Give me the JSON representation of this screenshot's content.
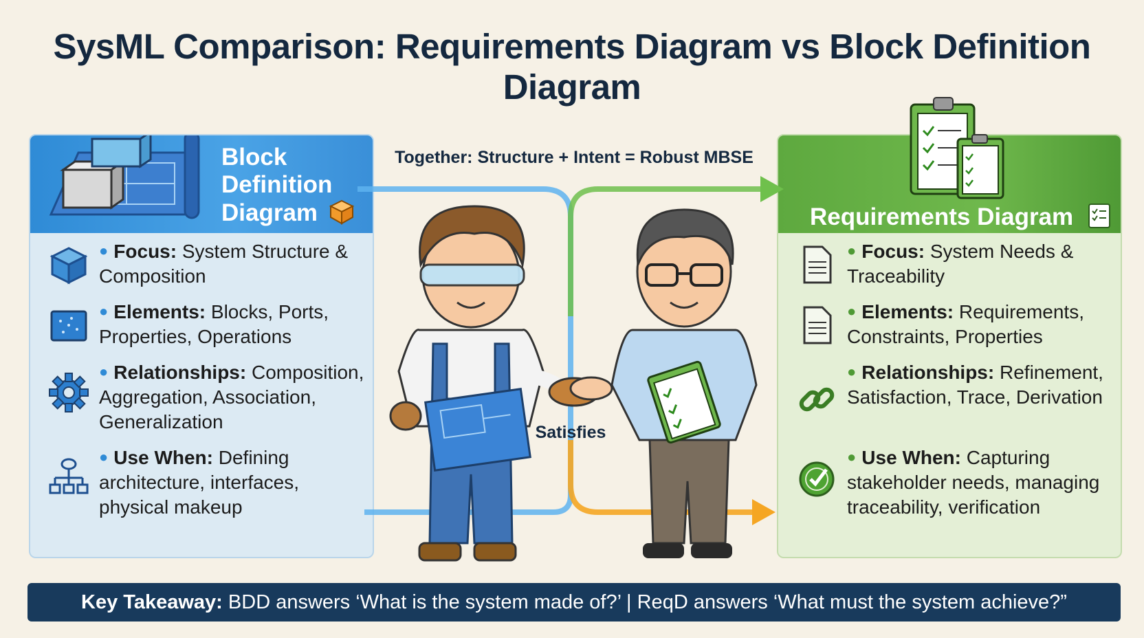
{
  "title": "SysML Comparison: Requirements Diagram vs Block Definition Diagram",
  "center": {
    "top_label": "Together: Structure + Intent = Robust MBSE",
    "middle_label": "Satisfies"
  },
  "left_panel": {
    "title_lines": [
      "Block",
      "Definition",
      "Diagram"
    ],
    "items": [
      {
        "icon": "cube-icon",
        "label": "Focus:",
        "text": "System Structure & Composition"
      },
      {
        "icon": "block-board-icon",
        "label": "Elements:",
        "text": "Blocks, Ports, Properties, Operations"
      },
      {
        "icon": "gear-icon",
        "label": "Relationships:",
        "text": "Composition, Aggregation, Association, Generalization"
      },
      {
        "icon": "hierarchy-icon",
        "label": "Use When:",
        "text": "Defining architecture, interfaces, physical makeup"
      }
    ]
  },
  "right_panel": {
    "title": "Requirements Diagram",
    "items": [
      {
        "icon": "document-icon",
        "label": "Focus:",
        "text": "System Needs & Traceability"
      },
      {
        "icon": "document-icon",
        "label": "Elements:",
        "text": "Requirements, Constraints, Properties"
      },
      {
        "icon": "chain-link-icon",
        "label": "Relationships:",
        "text": "Refinement, Satisfaction, Trace, Derivation"
      },
      {
        "icon": "check-badge-icon",
        "label": "Use When:",
        "text": "Capturing stakeholder needs, managing traceability, verification"
      }
    ]
  },
  "banner": {
    "label": "Key Takeaway:",
    "text": "BDD answers ‘What is the system made of?’ | ReqD answers ‘What must the system achieve?”"
  },
  "colors": {
    "bdd_blue": "#2f8bd6",
    "req_green": "#5ea93f",
    "banner_navy": "#183a5c",
    "arrow_orange": "#f5a623"
  }
}
